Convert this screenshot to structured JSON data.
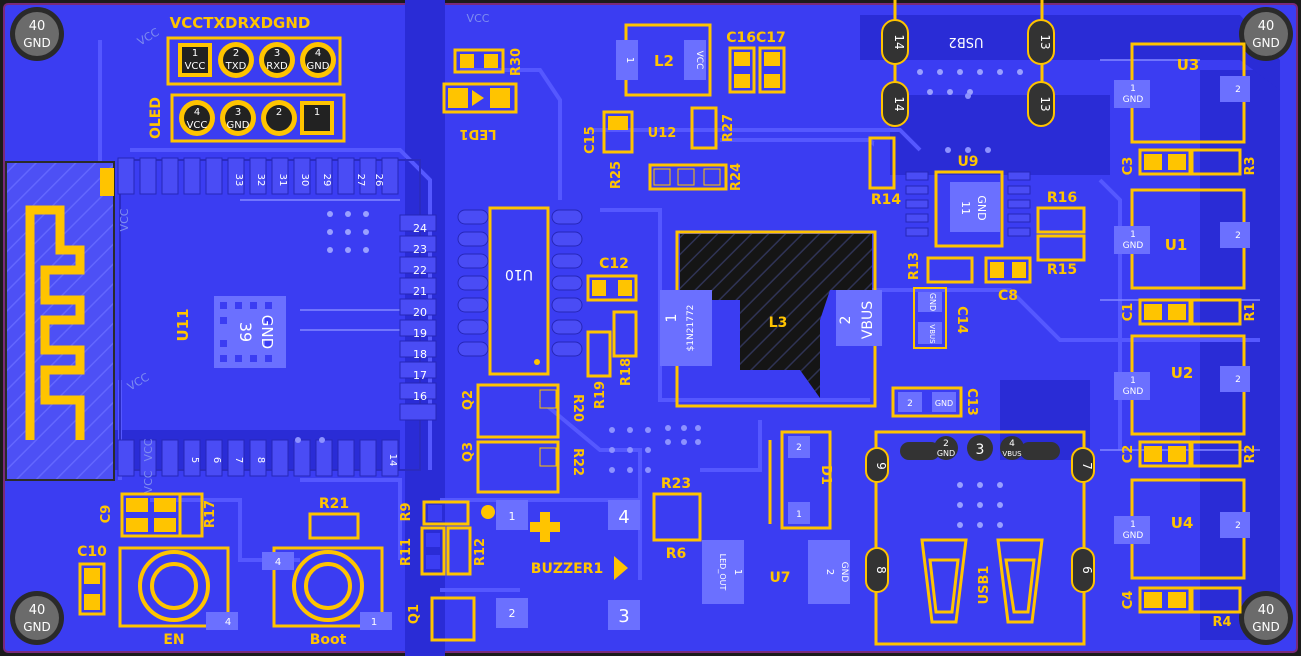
{
  "colors": {
    "board": "#3b3df2",
    "board_dark": "#2426c4",
    "pad_gold": "#ffc400",
    "pad_light": "#6b70ff",
    "silk": "#ffc400",
    "outline": "#2b2b2b",
    "hole": "#222222"
  },
  "mounting_holes": {
    "label_top": "40",
    "label_bottom": "GND"
  },
  "header_labels": "VCCTXDRXDGND",
  "ghost_vcc": "VCC",
  "header_uart": {
    "pins": [
      {
        "num": "1",
        "name": "VCC"
      },
      {
        "num": "2",
        "name": "TXD"
      },
      {
        "num": "3",
        "name": "RXD"
      },
      {
        "num": "4",
        "name": "GND"
      }
    ]
  },
  "header_oled": {
    "title": "OLED",
    "pins": [
      {
        "num": "4",
        "name": "VCC"
      },
      {
        "num": "3",
        "name": "GND"
      },
      {
        "num": "2",
        "name": ""
      },
      {
        "num": "1",
        "name": ""
      }
    ]
  },
  "u11": {
    "ref": "U11",
    "center_pad_num": "39",
    "center_pad_name": "GND",
    "top_pins": [
      "33",
      "32",
      "31",
      "30",
      "29",
      "",
      "27",
      "26"
    ],
    "side_pins": [
      "24",
      "23",
      "22",
      "21",
      "20",
      "19",
      "18",
      "17",
      "16"
    ],
    "bottom_pins": [
      "5",
      "6",
      "7",
      "8",
      "14"
    ]
  },
  "refs": {
    "led1": "LED1",
    "r30": "R30",
    "l2": "L2",
    "c16c17": "C16C17",
    "c15": "C15",
    "u12": "U12",
    "r27": "R27",
    "r25": "R25",
    "r24": "R24",
    "usb2": "USB2",
    "r14": "R14",
    "u9": "U9",
    "r16": "R16",
    "r15": "R15",
    "r13": "R13",
    "c14": "C14",
    "c8": "C8",
    "u10": "U10",
    "c12": "C12",
    "l3": "L3",
    "r18": "R18",
    "r19": "R19",
    "r20": "R20",
    "r22": "R22",
    "q2": "Q2",
    "q3": "Q3",
    "r23": "R23",
    "r6": "R6",
    "d1": "D1",
    "u7": "U7",
    "c13": "C13",
    "usb1": "USB1",
    "buzzer1": "BUZZER1",
    "r9": "R9",
    "r11": "R11",
    "r12": "R12",
    "q1": "Q1",
    "r21": "R21",
    "r17": "R17",
    "c9": "C9",
    "c10": "C10",
    "en": "EN",
    "boot": "Boot",
    "u3": "U3",
    "u1": "U1",
    "u2": "U2",
    "u4": "U4",
    "c3": "C3",
    "r3": "R3",
    "c1": "C1",
    "r1": "R1",
    "c2": "C2",
    "r2": "R2",
    "c4": "C4",
    "r4": "R4"
  },
  "pad_labels": {
    "l3_pin1": "1",
    "l3_pin1_net": "$1N21772",
    "l3_pin2": "2",
    "l3_pin2_net": "VBUS",
    "u9_pin11": "11",
    "u9_gnd": "GND",
    "c14_gnd": "GND",
    "c14_vbus": "VBUS",
    "c13_pin2": "2",
    "c13_gnd": "GND",
    "usb1_pin2": "2",
    "usb1_gnd": "GND",
    "usb1_pin3": "3",
    "usb1_pin4": "4",
    "usb1_vbus": "VBUS",
    "usb1_pin6": "6",
    "usb1_pin7": "7",
    "usb1_pin8": "8",
    "usb1_pin9": "9",
    "u7_pin1": "1",
    "u7_led_out": "LED_OUT",
    "u7_pin2": "2",
    "u7_gnd": "GND",
    "d1_pin2": "2",
    "d1_pin1": "1",
    "buzzer_pin1": "1",
    "buzzer_pin2": "2",
    "buzzer_pin3": "3",
    "buzzer_pin4": "4",
    "sw_pin4": "4",
    "sw_pin1": "1",
    "usb2_pin14": "14",
    "usb2_pin13": "13",
    "l2_pin1": "1",
    "l2_vcc": "VCC",
    "u_sensor_pin1": "1",
    "u_sensor_gnd": "GND",
    "u_sensor_pin2": "2"
  }
}
